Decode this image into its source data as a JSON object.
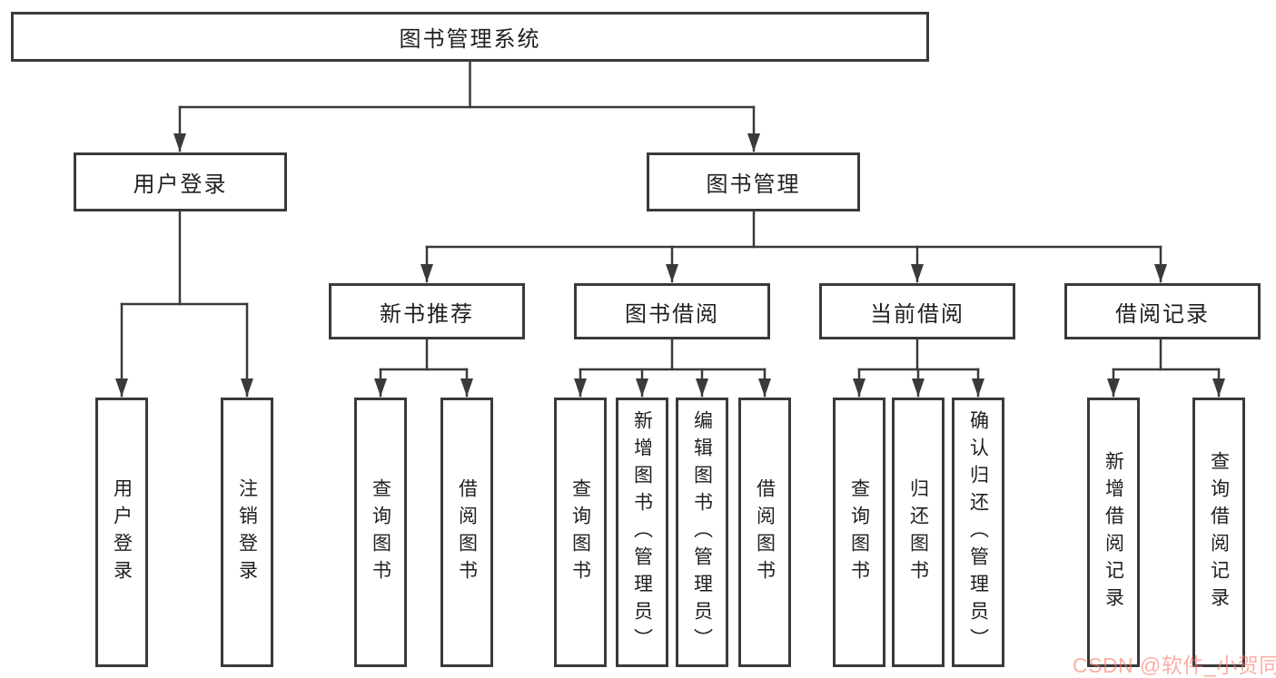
{
  "diagram": {
    "root": {
      "label": "图书管理系统"
    },
    "branches": [
      {
        "label": "用户登录",
        "children": [
          {
            "label": "用户登录"
          },
          {
            "label": "注销登录"
          }
        ]
      },
      {
        "label": "图书管理",
        "children": [
          {
            "label": "新书推荐",
            "children": [
              {
                "label": "查询图书"
              },
              {
                "label": "借阅图书"
              }
            ]
          },
          {
            "label": "图书借阅",
            "children": [
              {
                "label": "查询图书"
              },
              {
                "label": "新增图书（管理员）"
              },
              {
                "label": "编辑图书（管理员）"
              },
              {
                "label": "借阅图书"
              }
            ]
          },
          {
            "label": "当前借阅",
            "children": [
              {
                "label": "查询图书"
              },
              {
                "label": "归还图书"
              },
              {
                "label": "确认归还（管理员）"
              }
            ]
          },
          {
            "label": "借阅记录",
            "children": [
              {
                "label": "新增借阅记录"
              },
              {
                "label": "查询借阅记录"
              }
            ]
          }
        ]
      }
    ]
  },
  "watermark": {
    "text": "CSDN @软件_小贺同学"
  },
  "colors": {
    "line": "#3a3a3a",
    "text": "#1f1f1f",
    "box_background": "#ffffff",
    "page_background": "#ffffff",
    "watermark": "#f87868"
  }
}
